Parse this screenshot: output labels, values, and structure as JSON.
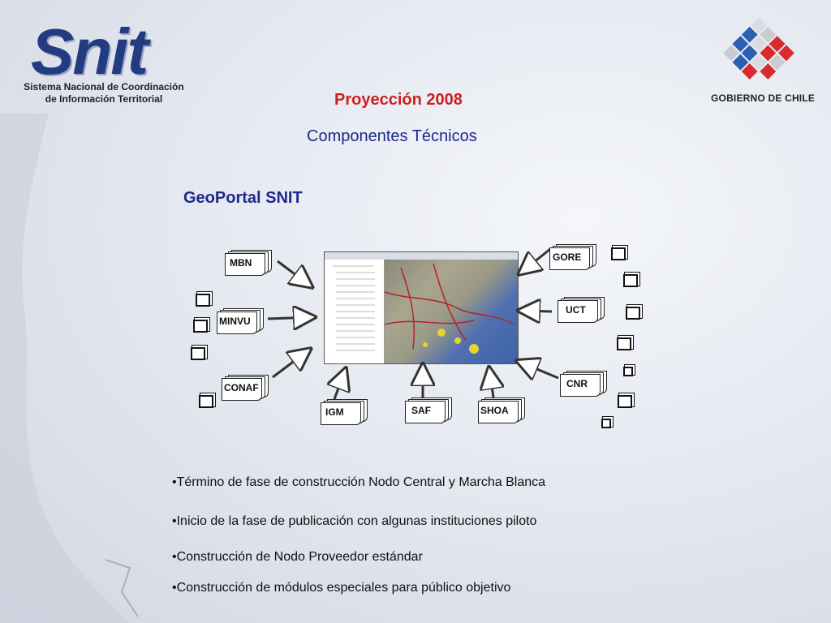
{
  "header": {
    "logo_word": "Snit",
    "logo_subtitle_line1": "Sistema Nacional de Coordinación",
    "logo_subtitle_line2": "de Información Territorial",
    "gov_label": "GOBIERNO DE CHILE"
  },
  "titles": {
    "main": "Proyección 2008",
    "sub": "Componentes Técnicos",
    "section": "GeoPortal SNIT"
  },
  "diagram": {
    "nodes": {
      "mbn": "MBN",
      "minvu": "MINVU",
      "conaf": "CONAF",
      "igm": "IGM",
      "saf": "SAF",
      "shoa": "SHOA",
      "gore": "GORE",
      "uct": "UCT",
      "cnr": "CNR"
    }
  },
  "bullets": [
    "•Término de fase de construcción Nodo Central y Marcha Blanca",
    "•Inicio de la fase de publicación con algunas instituciones piloto",
    "•Construcción de Nodo Proveedor estándar",
    "•Construcción de módulos especiales para público objetivo"
  ],
  "colors": {
    "title_red": "#cc1f1f",
    "title_blue": "#1d2a8a",
    "logo_blue": "#233b80"
  }
}
